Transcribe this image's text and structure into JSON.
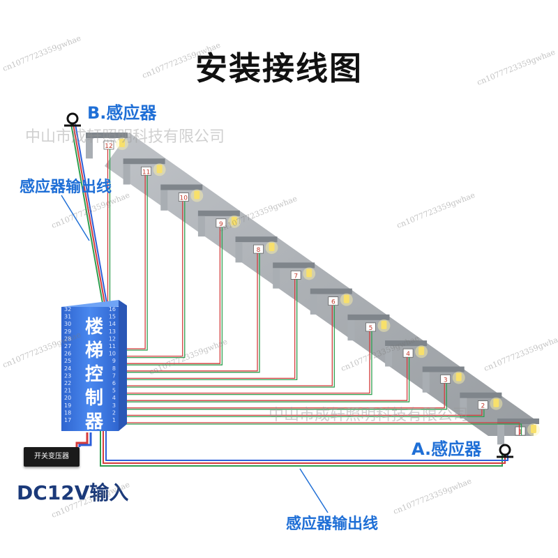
{
  "title": "安装接线图",
  "sensor_b_label": "B.感应器",
  "sensor_a_label": "A.感应器",
  "sensor_output_label_top": "感应器输出线",
  "sensor_output_label_bottom": "感应器输出线",
  "dc_input_label": "DC12V输入",
  "power_supply_label": "开关变压器",
  "controller_label": "楼梯控制器",
  "controller_left_pins": [
    "32",
    "31",
    "30",
    "29",
    "28",
    "27",
    "26",
    "25",
    "24",
    "23",
    "22",
    "21",
    "20",
    "19",
    "18",
    "17"
  ],
  "controller_right_pins": [
    "16",
    "15",
    "14",
    "13",
    "12",
    "11",
    "10",
    "9",
    "8",
    "7",
    "6",
    "5",
    "4",
    "3",
    "2",
    "1"
  ],
  "step_numbers": [
    "1",
    "2",
    "3",
    "4",
    "5",
    "6",
    "7",
    "8",
    "9",
    "10",
    "11",
    "12"
  ],
  "watermark_company": "中山市成轩照明科技有限公司",
  "watermark_code": "cn1077723359gwhae",
  "colors": {
    "title": "#111111",
    "label_blue": "#1f6fd6",
    "controller": "#3b78e7",
    "wire_red": "#d43b3b",
    "wire_green": "#2e9e4f",
    "wire_blue": "#2b5fd9",
    "stair": "#9aa0a6"
  }
}
